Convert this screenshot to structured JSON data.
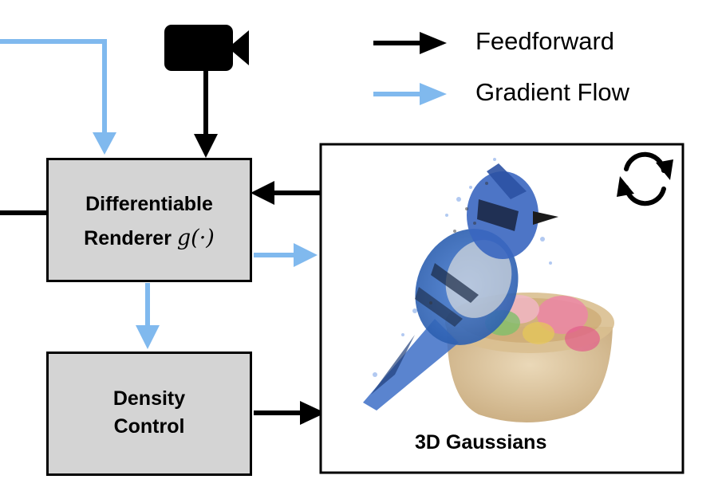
{
  "legend": {
    "feedforward": "Feedforward",
    "gradient_flow": "Gradient Flow"
  },
  "renderer": {
    "line1": "Differentiable",
    "line2": "Renderer",
    "formula": "g(·)"
  },
  "density": {
    "line1": "Density",
    "line2": "Control"
  },
  "gaussians": {
    "label": "3D Gaussians"
  },
  "colors": {
    "feedforward": "#000000",
    "gradient": "#80b9ee",
    "box_fill": "#d4d4d4"
  },
  "icons": {
    "camera": "camera-icon",
    "refresh": "refresh-icon"
  }
}
